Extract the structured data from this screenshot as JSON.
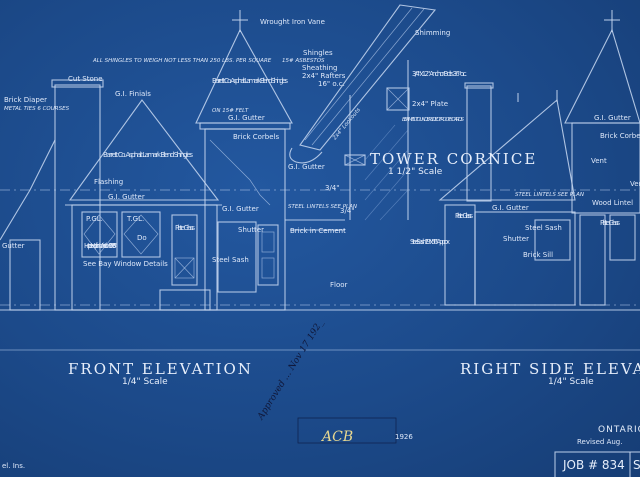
{
  "drawing": {
    "front_elevation": {
      "title": "FRONT ELEVATION",
      "scale": "1/4\" Scale",
      "labels": {
        "shingle_note": "ALL SHINGLES TO WEIGH NOT LESS THAN 250 LBS. PER SQUARE",
        "cut_stone": "Cut Stone",
        "gi_finials": "G.I. Finials",
        "brick_diaper": "Brick Diaper",
        "metal_ties": "METAL TIES 6 COURSES",
        "roof_material": "Barrett Co. Asphalt Lamark Blend Shingles",
        "flashing": "Flashing",
        "gi_gutter_main": "G.I. Gutter",
        "gi_gutter_side": "G.I. Gutter",
        "weathervane": "Wrought Iron Vane",
        "tower_roof": "Barrett Co. Asphalt Lamark Blend Shingles",
        "tower_roof_note": "ON 15# FELT",
        "tower_gutter": "G.I. Gutter",
        "brick_corbels": "Brick Corbels",
        "pgl": "P.GL.",
        "tgl": "T.GL.",
        "window": "Hopes Hopkim Window 3'0\"x3'6\"",
        "window_dd": "Do",
        "plate_glass": "Plate Glass",
        "bay_window": "See Bay Window Details",
        "steel_sash": "Steel Sash",
        "shutter": "Shutter",
        "steel_lintels": "STEEL LINTELS SEE PLAN",
        "brick_in_cement": "Brick in Cement",
        "floor": "Floor",
        "gutter_left": "Gutter"
      }
    },
    "tower_cornice": {
      "title": "TOWER CORNICE",
      "scale": "1 1/2\" Scale",
      "labels": {
        "shimming": "Shimming",
        "shingles": "Shingles",
        "felt": "15# ASBESTOS",
        "sheathing": "Sheathing",
        "rafters": "2x4\" Rafters",
        "oc": "16\" o.c.",
        "anchor_bolts": "3/4\"x12\" Anchor Bolts 36\" o.c.",
        "plate": "2x4\" Plate",
        "beam_fill": "BEAMFILL TO UNDERSIDE OF ROOF BOARDS",
        "lookouts": "2x4\" Lookouts",
        "gutter": "G.I. Gutter",
        "dim_a": "3/4\"",
        "dim_b": "3/4\""
      }
    },
    "right_side_elevation": {
      "title": "RIGHT SIDE ELEVATION",
      "scale": "1/4\" Scale",
      "labels": {
        "gi_gutter_tower": "G.I. Gutter",
        "brick_corbels": "Brick Corbels",
        "vent1": "Vent",
        "vent2": "Vent",
        "steel_lintels": "STEEL LINTELS SEE PLAN",
        "gi_gutter": "G.I. Gutter",
        "wood_lintel": "Wood Lintel",
        "plate_glass_l": "Plate Glass",
        "plate_glass_r": "Plate Glass",
        "steel_sash": "Steel Sash",
        "shutter": "Shutter",
        "brick_sill": "Brick Sill",
        "steel_sash_size": "Steel Sash 1'9\"x5'6\" Approx"
      }
    },
    "title_block": {
      "location": "ONTARIO",
      "revised": "Revised Aug.",
      "job": "JOB # 834",
      "sheet": "S"
    },
    "annotations": {
      "handwritten": "Approved ... Nov 17 192_",
      "initials": "ACB",
      "stamp_note": "1926",
      "corner_note": "el. Ins."
    }
  }
}
